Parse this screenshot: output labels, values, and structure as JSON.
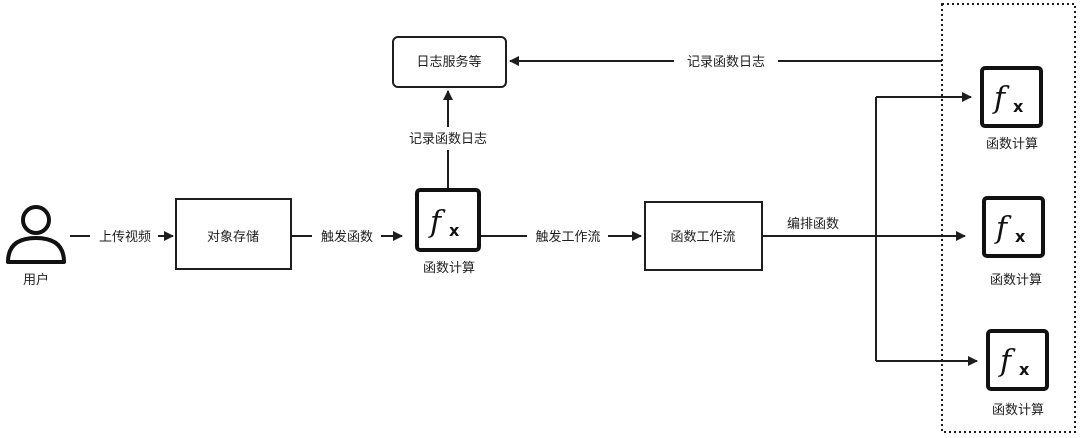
{
  "user": {
    "label": "用户"
  },
  "edges": {
    "upload": "上传视频",
    "trigger_function": "触发函数",
    "trigger_workflow": "触发工作流",
    "log_up": "记录函数日志",
    "log_top": "记录函数日志",
    "orchestrate": "编排函数"
  },
  "nodes": {
    "object_storage": "对象存储",
    "log_service": "日志服务等",
    "workflow": "函数工作流",
    "function_main": "函数计算",
    "function_1": "函数计算",
    "function_2": "函数计算",
    "function_3": "函数计算"
  },
  "icons": {
    "function": "function-icon",
    "user": "user-icon"
  },
  "colors": {
    "stroke": "#1e1e1e",
    "icon_border": "#111111",
    "background": "#ffffff"
  }
}
